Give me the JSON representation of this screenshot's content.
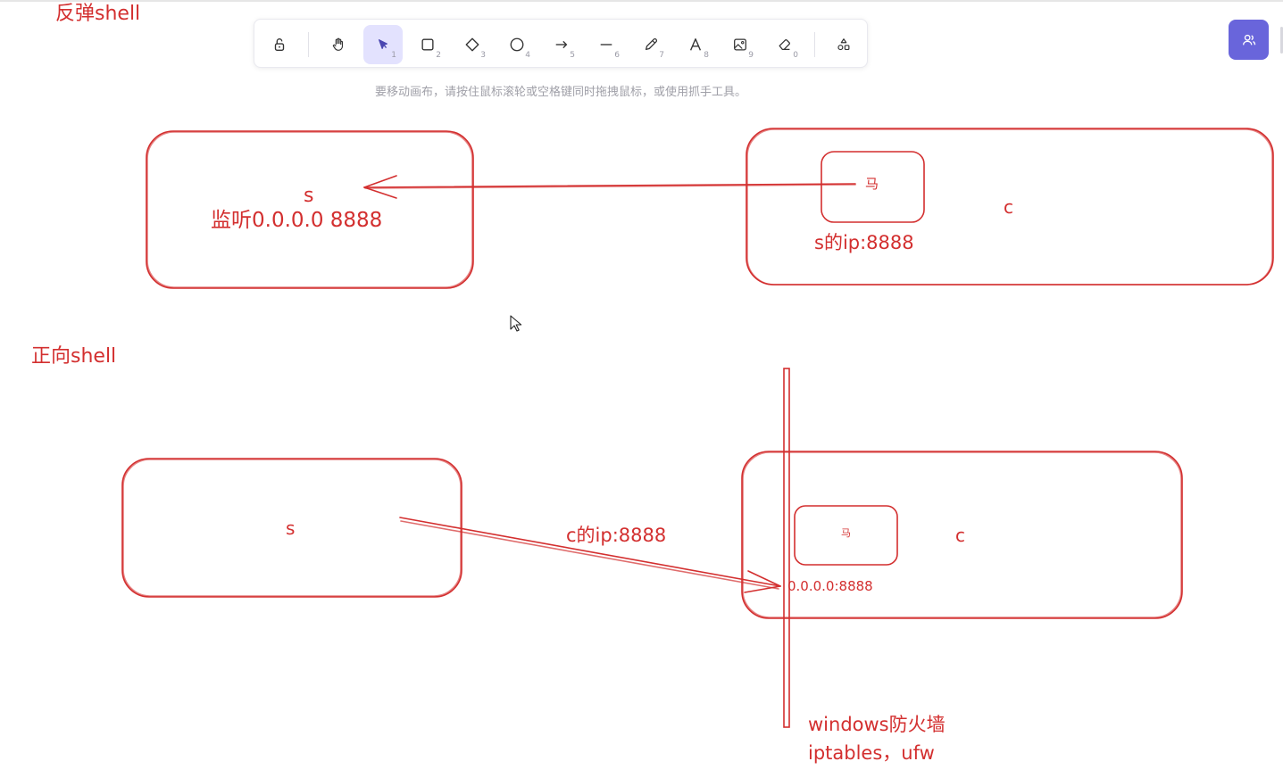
{
  "toolbar": {
    "tools": [
      {
        "name": "lock",
        "key": ""
      },
      {
        "name": "hand",
        "key": ""
      },
      {
        "name": "select",
        "key": "1"
      },
      {
        "name": "rectangle",
        "key": "2"
      },
      {
        "name": "diamond",
        "key": "3"
      },
      {
        "name": "ellipse",
        "key": "4"
      },
      {
        "name": "arrow",
        "key": "5"
      },
      {
        "name": "line",
        "key": "6"
      },
      {
        "name": "draw",
        "key": "7"
      },
      {
        "name": "text",
        "key": "8"
      },
      {
        "name": "image",
        "key": "9"
      },
      {
        "name": "eraser",
        "key": "0"
      },
      {
        "name": "more-shapes",
        "key": ""
      }
    ],
    "active_tool": "select"
  },
  "hint": "要移动画布，请按住鼠标滚轮或空格键同时拖拽鼠标，或使用抓手工具。",
  "colors": {
    "ink": "#d32f2f",
    "accent": "#6965db",
    "active_tool_bg": "#e3e2fe"
  },
  "drawing": {
    "reverse_title": "反弹shell",
    "reverse_s_label": "s",
    "reverse_listen": "监听0.0.0.0 8888",
    "reverse_horse": "马",
    "reverse_target": "s的ip:8888",
    "reverse_c_label": "c",
    "forward_title": "正向shell",
    "forward_s_label": "s",
    "forward_target": "c的ip:8888",
    "forward_horse": "马",
    "forward_c_label": "c",
    "forward_listen": "0.0.0.0:8888",
    "firewall_line1": "windows防火墙",
    "firewall_line2": "iptables，ufw"
  }
}
